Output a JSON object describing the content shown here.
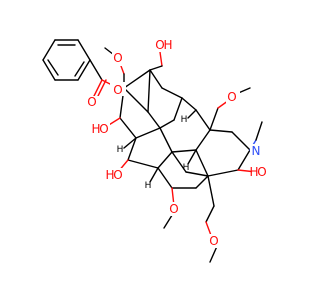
{
  "molecule": {
    "atom_labels": {
      "o_ester": "O",
      "o_carbonyl": "O",
      "o_methoxy_1": "O",
      "o_oh_1": "O",
      "h_oh_1": "H",
      "o_methoxy_2": "O",
      "o_oh_2": "O",
      "h_oh_2": "H",
      "o_oh_3": "O",
      "h_oh_3": "H",
      "o_methoxy_3": "O",
      "o_oh_4": "O",
      "h_oh_4": "H",
      "o_methoxy_4": "O",
      "n_amine": "N",
      "h_stereo_1": "H",
      "h_stereo_2": "H",
      "h_stereo_3": "H",
      "h_stereo_4": "H"
    },
    "colors": {
      "carbon_bond": "#000000",
      "oxygen": "#ff0d0d",
      "nitrogen": "#3050f8",
      "background": "#ffffff"
    }
  }
}
